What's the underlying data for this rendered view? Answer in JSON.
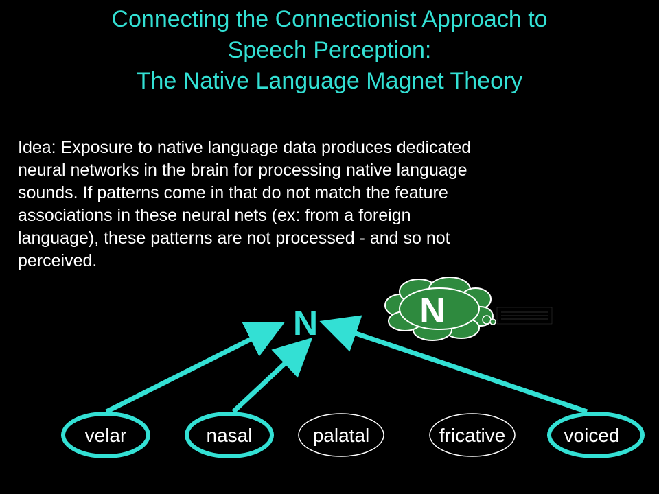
{
  "slide": {
    "title_lines": [
      "Connecting the Connectionist Approach to",
      "Speech Perception:",
      "The Native Language Magnet Theory"
    ],
    "body_lines": [
      "Idea: Exposure to native language data produces dedicated",
      "neural networks in the brain for processing native language",
      "sounds.   If patterns come in that do not match the feature",
      "associations in these neural nets (ex: from a foreign",
      "language), these patterns are not processed - and so not",
      "perceived."
    ]
  },
  "diagram": {
    "node_label": "N",
    "thought_label": "N",
    "features": [
      {
        "label": "velar",
        "active": true
      },
      {
        "label": "nasal",
        "active": true
      },
      {
        "label": "palatal",
        "active": false
      },
      {
        "label": "fricative",
        "active": false
      },
      {
        "label": "voiced",
        "active": true
      }
    ],
    "colors": {
      "accent": "#33e0d4",
      "cloud_fill": "#2e8a3e",
      "text": "#ffffff",
      "background": "#000000"
    }
  }
}
